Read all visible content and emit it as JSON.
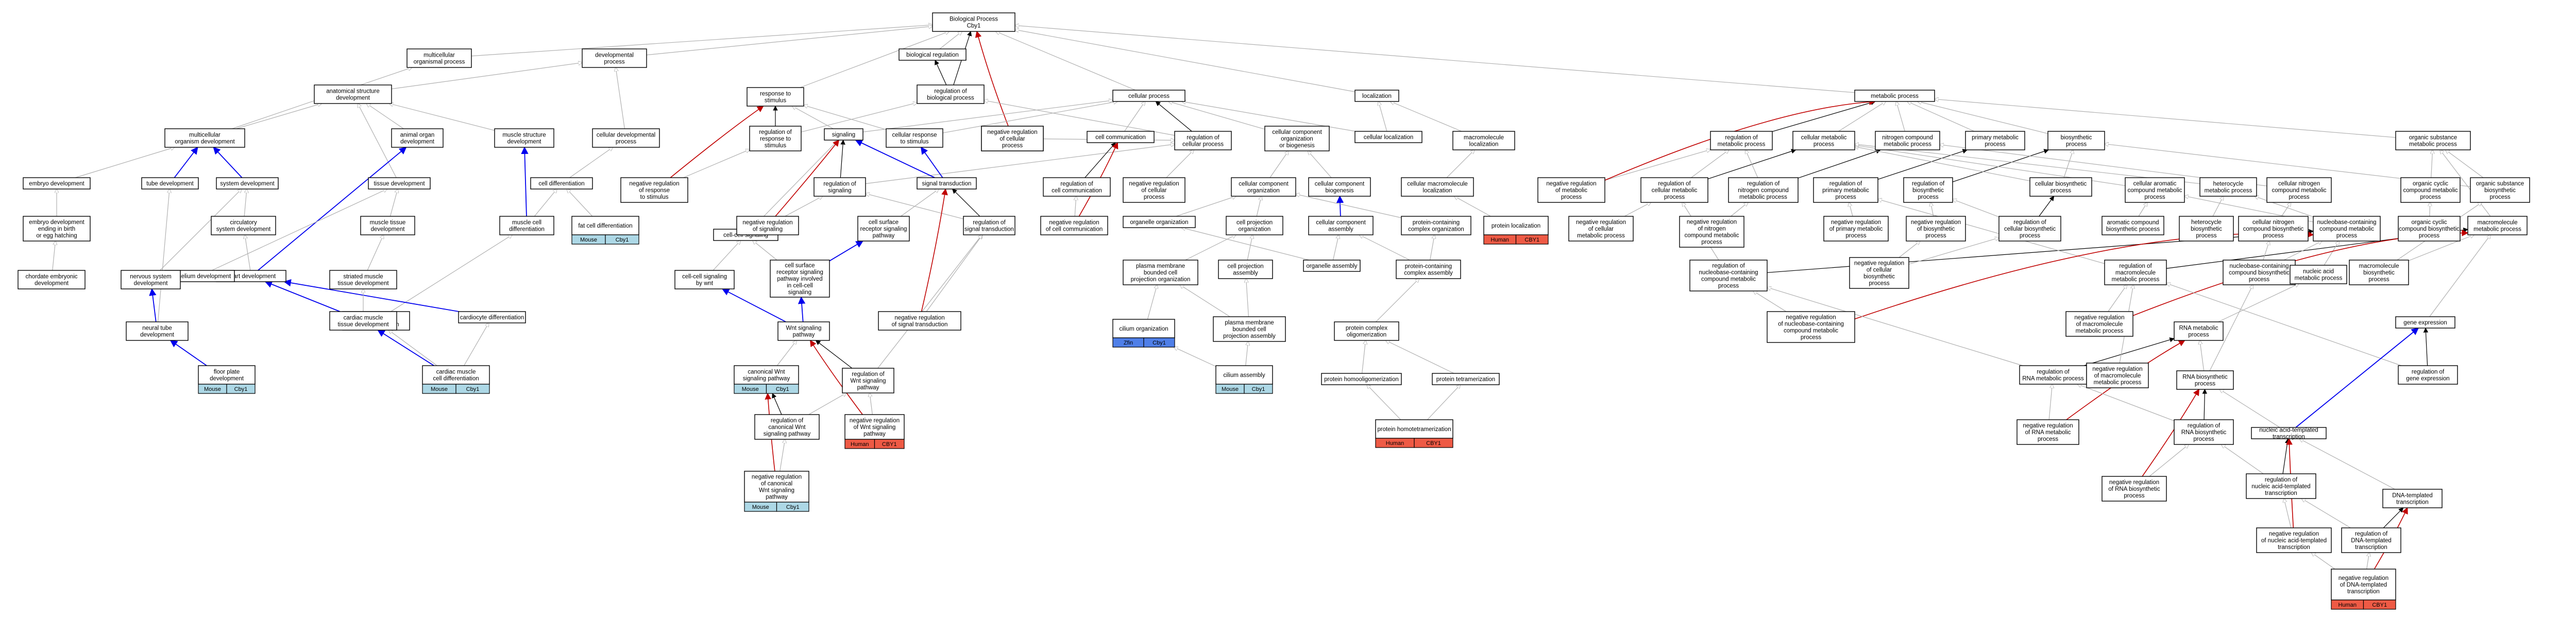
{
  "colors": {
    "mouse": "#add8e6",
    "zfin": "#4f7fe8",
    "human": "#ee5a45",
    "edge_is_a": "#b0b0b0",
    "edge_part_of": "#000000",
    "edge_positive": "#0000ee",
    "edge_negative": "#c00000"
  },
  "nodes": {
    "bp": "Biological Process|Cby1",
    "mcop": "multicellular|organismal process",
    "devp": "developmental|process",
    "breg": "biological regulation",
    "rbp": "regulation of|biological process",
    "nrbp": "negative regulation|of biological|process",
    "resp": "response to|stimulus",
    "cellp": "cellular process",
    "loc": "localization",
    "metab": "metabolic process",
    "ased": "anatomical structure|development",
    "mcod": "multicellular|organism development",
    "aod": "animal organ|development",
    "msd": "muscle structure|development",
    "cdp": "cellular developmental|process",
    "rrs": "regulation of|response to|stimulus",
    "sig": "signaling",
    "crs": "cellular response|to stimulus",
    "nrcp": "negative regulation|of cellular|process",
    "ccom": "cell communication",
    "rcp": "regulation of|cellular process",
    "ccob": "cellular component|organization|or biogenesis",
    "cloc": "cellular localization",
    "mloc": "macromolecule|localization",
    "rmp": "regulation of|metabolic process",
    "cmp": "cellular metabolic|process",
    "ncmp": "nitrogen compound|metabolic process",
    "pmp": "primary metabolic|process",
    "biop": "biosynthetic|process",
    "osmp": "organic substance|metabolic process",
    "embd": "embryo development",
    "tubd": "tube development",
    "sysd": "system development",
    "tisd": "tissue development",
    "celld": "cell differentiation",
    "nrrs": "negative regulation|of response|to stimulus",
    "rsig": "regulation of|signaling",
    "ccs": "cell-cell signaling",
    "stran": "signal transduction",
    "rcc": "regulation of|cell communication",
    "nrcellp": "negative regulation|of cellular|process",
    "cco": "cellular component|organization",
    "ccb": "cellular component|biogenesis",
    "cml": "cellular macromolecule|localization",
    "nrmp": "negative regulation|of metabolic|process",
    "rcmp": "regulation of|cellular metabolic|process",
    "rncmp": "regulation of|nitrogen compound|metabolic process",
    "rpmp": "regulation of|primary metabolic|process",
    "rbiop": "regulation of|biosynthetic|process",
    "cbiop": "cellular biosynthetic|process",
    "cacmp": "cellular aromatic|compound metabolic|process",
    "hmp": "heterocycle|metabolic process",
    "cncmp": "cellular nitrogen|compound metabolic|process",
    "occmp": "organic cyclic|compound metabolic|process",
    "osbp": "organic substance|biosynthetic|process",
    "eda": "embryo development|ending in birth|or egg hatching",
    "csd": "circulatory|system development",
    "mtd": "muscle tissue|development",
    "mcd": "muscle cell|differentiation",
    "fcd": "fat cell differentiation",
    "nrsig": "negative regulation|of signaling",
    "crsp": "cell surface|receptor signaling|pathway",
    "rst": "regulation of|signal transduction",
    "nrcc": "negative regulation|of cell communication",
    "oo": "organelle organization",
    "cpo": "cell projection|organization",
    "cca": "cellular component|assembly",
    "pcco": "protein-containing|complex organization",
    "ploc": "protein localization",
    "nrcmp": "negative regulation|of cellular|metabolic process",
    "nrncmp": "negative regulation|of nitrogen|compound metabolic|process",
    "nrpmp": "negative regulation|of primary metabolic|process",
    "nrbiop": "negative regulation|of biosynthetic|process",
    "rcbiop": "regulation of|cellular biosynthetic|process",
    "acbp": "aromatic compound|biosynthetic process",
    "hbp": "heterocycle|biosynthetic|process",
    "cncbp": "cellular nitrogen|compound biosynthetic|process",
    "nccmp": "nucleobase-containing|compound metabolic|process",
    "occbp": "organic cyclic|compound biosynthetic|process",
    "mmp": "macromolecule|metabolic process",
    "cdd": "chordate embryonic|development",
    "hd": "heart development",
    "ed": "epithelium development",
    "nsd": "nervous system|development",
    "smtd": "striated muscle|tissue development",
    "smcd": "striated muscle|cell differentiation",
    "cardd": "cardiocyte differentiation",
    "cmtd": "cardiac muscle|tissue development",
    "ntd": "neural tube|development",
    "fpd": "floor plate|development",
    "cmcd": "cardiac muscle|cell differentiation",
    "ccsw": "cell-cell signaling|by wnt",
    "csrw": "cell surface|receptor signaling|pathway involved|in cell-cell|signaling",
    "nrst": "negative regulation|of signal transduction",
    "wsp": "Wnt signaling|pathway",
    "rwsp": "regulation of|Wnt signaling|pathway",
    "nrwsp": "negative regulation|of Wnt signaling|pathway",
    "cwsp": "canonical Wnt|signaling pathway",
    "rcwsp": "regulation of|canonical Wnt|signaling pathway",
    "nrcwsp": "negative regulation|of canonical|Wnt signaling|pathway",
    "pmbco": "plasma membrane|bounded cell|projection organization",
    "cpa": "cell projection|assembly",
    "oa": "organelle assembly",
    "pcca": "protein-containing|complex assembly",
    "cilo": "cilium organization",
    "pmbca": "plasma membrane|bounded cell|projection assembly",
    "cila": "cilium assembly",
    "pco": "protein complex|oligomerization",
    "phomo": "protein homooligomerization",
    "ptet": "protein tetramerization",
    "phtet": "protein homotetramerization",
    "rnccmp": "regulation of|nucleobase-containing|compound metabolic|process",
    "nrcbiop": "negative regulation|of cellular|biosynthetic|process",
    "rmmp": "regulation of|macromolecule|metabolic process",
    "ncbp": "nucleobase-containing|compound biosynthetic|process",
    "nammp": "nucleic acid|metabolic process",
    "mbiop": "macromolecule|biosynthetic|process",
    "nrnccmp": "negative regulation|of nucleobase-containing|compound metabolic|process",
    "nrmmp": "negative regulation|of macromolecule|metabolic process",
    "rnamp": "RNA metabolic|process",
    "ge": "gene expression",
    "rrnamp": "regulation of|RNA metabolic process",
    "nrmmp2": "negative regulation|of macromolecule|metabolic process",
    "rnabp": "RNA biosynthetic|process",
    "rge": "regulation of|gene expression",
    "nrrnamp": "negative regulation|of RNA metabolic|process",
    "rrnabp": "regulation of|RNA biosynthetic|process",
    "natt": "nucleic acid-templated|transcription",
    "nrrnabp": "negative regulation|of RNA biosynthetic|process",
    "rnatt": "regulation of|nucleic acid-templated|transcription",
    "dtt": "DNA-templated|transcription",
    "nrnatt": "negative regulation|of nucleic acid-templated|transcription",
    "rdtt": "regulation of|DNA-templated|transcription",
    "nrdtt": "negative regulation|of DNA-templated|transcription"
  },
  "badges": {
    "fpd": [
      "Mouse",
      "Cby1"
    ],
    "cmcd": [
      "Mouse",
      "Cby1"
    ],
    "fcd": [
      "Mouse",
      "Cby1"
    ],
    "cwsp": [
      "Mouse",
      "Cby1"
    ],
    "nrcwsp": [
      "Mouse",
      "Cby1"
    ],
    "cila": [
      "Mouse",
      "Cby1"
    ],
    "cilo": [
      "Zfin",
      "Cby1"
    ],
    "nrwsp": [
      "Human",
      "CBY1"
    ],
    "ploc": [
      "Human",
      "CBY1"
    ],
    "phtet": [
      "Human",
      "CBY1"
    ],
    "nrdtt": [
      "Human",
      "CBY1"
    ]
  }
}
